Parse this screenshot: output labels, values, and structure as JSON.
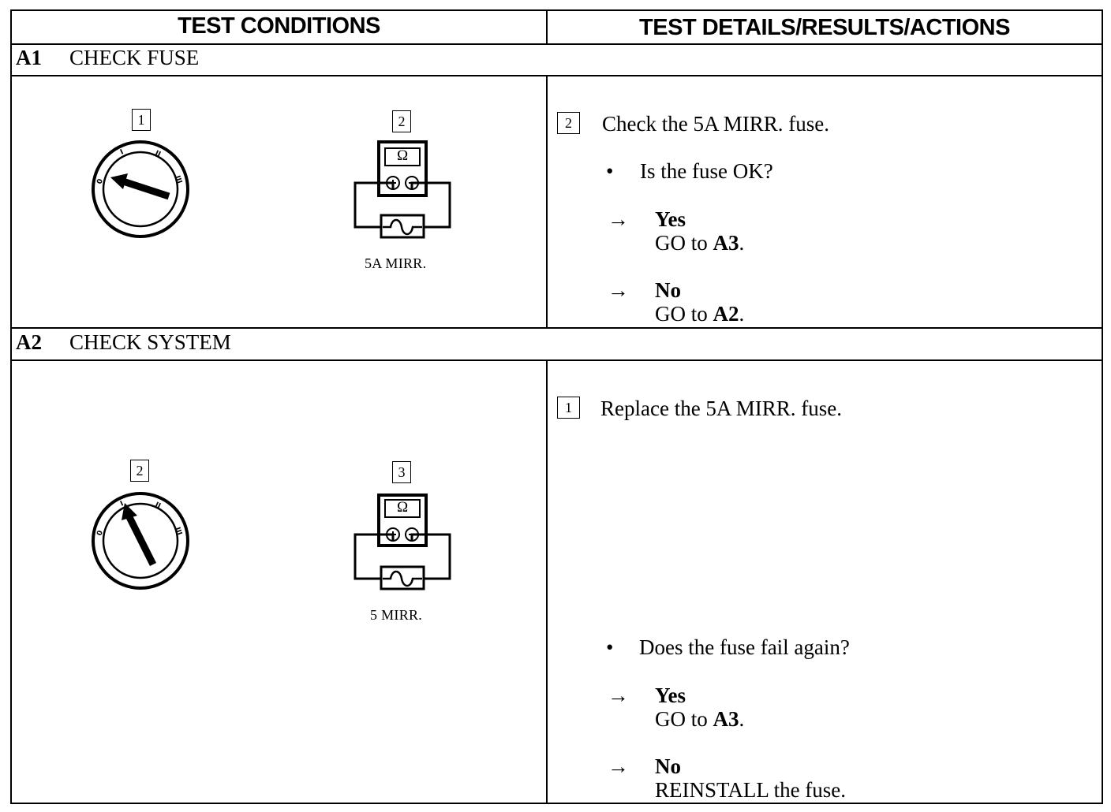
{
  "header": {
    "left": "TEST CONDITIONS",
    "right": "TEST DETAILS/RESULTS/ACTIONS"
  },
  "sections": [
    {
      "id": "A1",
      "title": "CHECK FUSE",
      "diagram_steps": [
        "1",
        "2"
      ],
      "meter_symbol": "Ω",
      "meter_plus": "+",
      "meter_minus": "−",
      "fuse_label": "5A MIRR.",
      "ignition_marks": [
        "0",
        "I",
        "II",
        "III"
      ],
      "step": "2",
      "instruction": "Check the 5A MIRR. fuse.",
      "question": "Is the fuse OK?",
      "results": [
        {
          "arrow": "→",
          "answer": "Yes",
          "action_prefix": "GO to ",
          "action_target": "A3",
          "action_suffix": "."
        },
        {
          "arrow": "→",
          "answer": "No",
          "action_prefix": "GO to ",
          "action_target": "A2",
          "action_suffix": "."
        }
      ]
    },
    {
      "id": "A2",
      "title": "CHECK SYSTEM",
      "diagram_steps": [
        "2",
        "3"
      ],
      "meter_symbol": "Ω",
      "meter_plus": "+",
      "meter_minus": "−",
      "fuse_label": "5 MIRR.",
      "ignition_marks": [
        "0",
        "I",
        "II",
        "III"
      ],
      "step": "1",
      "instruction": "Replace the 5A MIRR. fuse.",
      "question": "Does the fuse fail again?",
      "results": [
        {
          "arrow": "→",
          "answer": "Yes",
          "action_prefix": "GO to ",
          "action_target": "A3",
          "action_suffix": "."
        },
        {
          "arrow": "→",
          "answer": "No",
          "action_prefix": "REINSTALL the fuse.",
          "action_target": "",
          "action_suffix": ""
        }
      ]
    }
  ]
}
